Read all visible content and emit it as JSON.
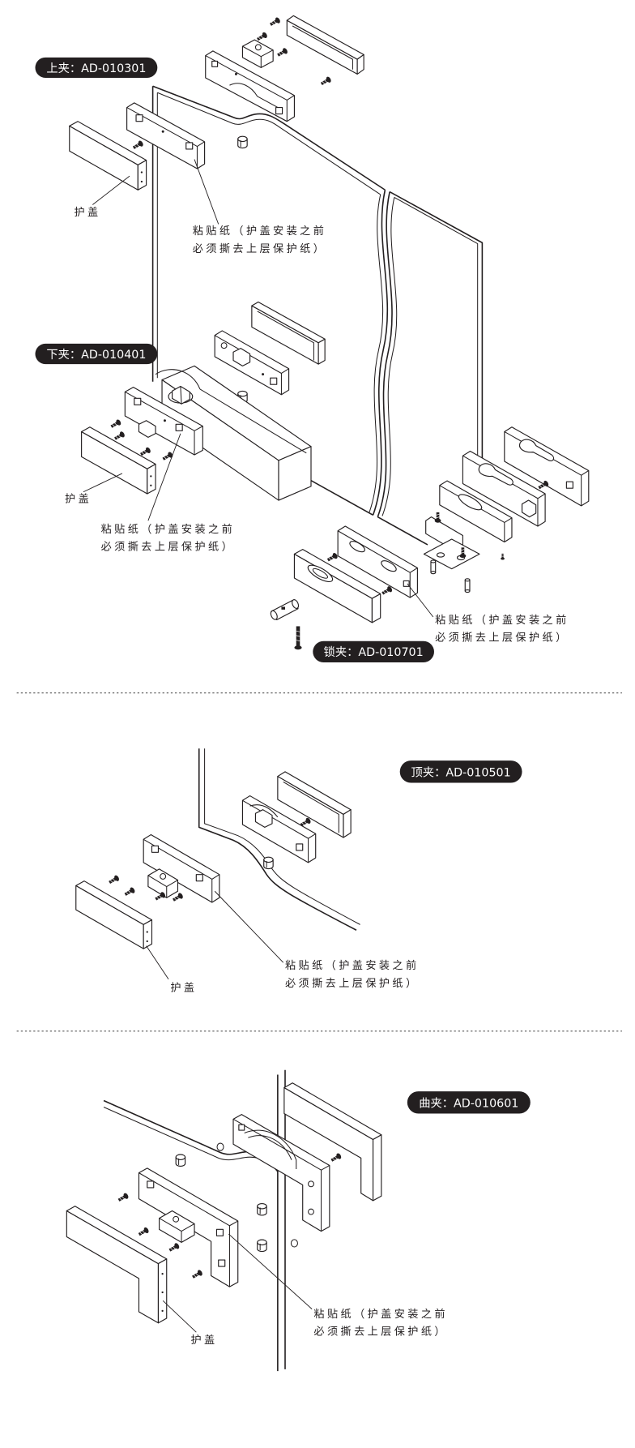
{
  "figure": {
    "colors": {
      "ink": "#231f20",
      "label_bg": "#231f20",
      "label_text": "#ffffff",
      "paper": "#ffffff"
    },
    "section1": {
      "top_clamp_label": "上夹：AD-010301",
      "bottom_clamp_label": "下夹：AD-010401",
      "lock_clamp_label": "锁夹：AD-010701",
      "top_cover_label": "护盖",
      "bottom_cover_label": "护盖",
      "top_sticker_note": [
        "粘贴纸（护盖安装之前",
        "必须撕去上层保护纸）"
      ],
      "bottom_sticker_note": [
        "粘贴纸（护盖安装之前",
        "必须撕去上层保护纸）"
      ],
      "lock_sticker_note": [
        "粘贴纸（护盖安装之前",
        "必须撕去上层保护纸）"
      ]
    },
    "section2": {
      "clamp_label": "顶夹：AD-010501",
      "cover_label": "护盖",
      "sticker_note": [
        "粘贴纸（护盖安装之前",
        "必须撕去上层保护纸）"
      ]
    },
    "section3": {
      "clamp_label": "曲夹：AD-010601",
      "cover_label": "护盖",
      "sticker_note": [
        "粘贴纸（护盖安装之前",
        "必须撕去上层保护纸）"
      ]
    }
  }
}
